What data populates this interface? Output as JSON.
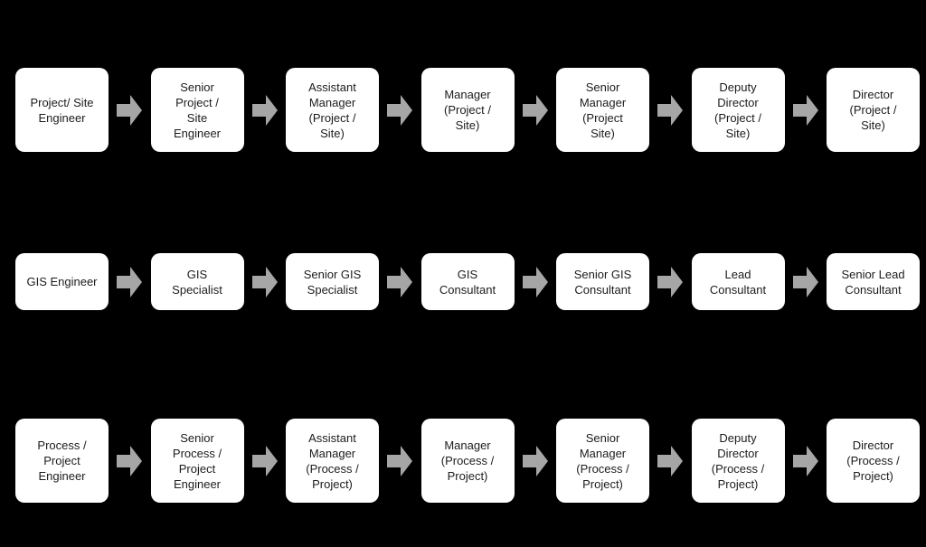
{
  "colors": {
    "background": "#000000",
    "box_bg": "#ffffff",
    "box_text": "#1c1c1c",
    "arrow": "#a6a6a6"
  },
  "diagram": {
    "description": "Career progression flowchart with three parallel paths",
    "rows": [
      {
        "name": "project-site-engineering-path",
        "boxes": [
          "Project/ Site\nEngineer",
          "Senior\nProject /\nSite\nEngineer",
          "Assistant\nManager\n(Project /\nSite)",
          "Manager\n(Project /\nSite)",
          "Senior\nManager\n(Project\nSite)",
          "Deputy\nDirector\n(Project /\nSite)",
          "Director\n(Project /\nSite)"
        ]
      },
      {
        "name": "gis-path",
        "boxes": [
          "GIS Engineer",
          "GIS\nSpecialist",
          "Senior GIS\nSpecialist",
          "GIS\nConsultant",
          "Senior GIS\nConsultant",
          "Lead\nConsultant",
          "Senior Lead\nConsultant"
        ]
      },
      {
        "name": "process-project-engineering-path",
        "boxes": [
          "Process /\nProject\nEngineer",
          "Senior\nProcess /\nProject\nEngineer",
          "Assistant\nManager\n(Process /\nProject)",
          "Manager\n(Process /\nProject)",
          "Senior\nManager\n(Process /\nProject)",
          "Deputy\nDirector\n(Process /\nProject)",
          "Director\n(Process /\nProject)"
        ]
      }
    ]
  }
}
